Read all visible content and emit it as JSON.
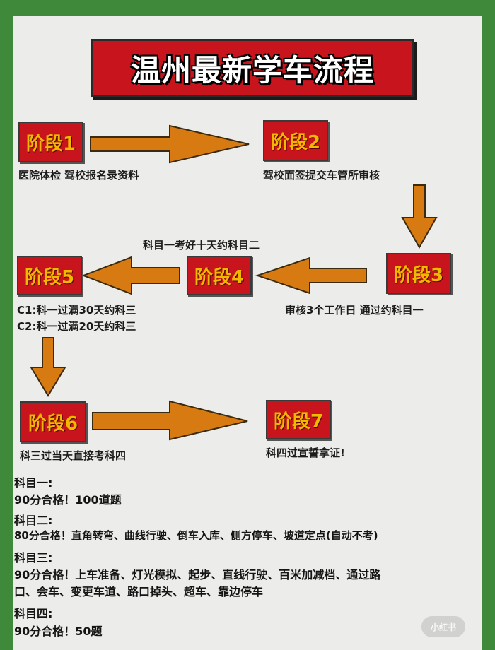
{
  "title": "温州最新学车流程",
  "stages": {
    "s1": "阶段1",
    "s2": "阶段2",
    "s3": "阶段3",
    "s4": "阶段4",
    "s5": "阶段5",
    "s6": "阶段6",
    "s7": "阶段7"
  },
  "captions": {
    "s1": "医院体检 驾校报名录资料",
    "s2": "驾校面签提交车管所审核",
    "s3": "审核3个工作日 通过约科目一",
    "s4_top": "科目一考好十天约科目二",
    "s5_line1": "C1:科一过满30天约科三",
    "s5_line2": "C2:科一过满20天约科三",
    "s6": "科三过当天直接考科四",
    "s7": "科四过宣誓拿证!"
  },
  "subjects": [
    {
      "heading": "科目一:",
      "lines": [
        "90分合格！100道题"
      ]
    },
    {
      "heading": "科目二:",
      "lines": [
        "80分合格！直角转弯、曲线行驶、倒车入库、侧方停车、坡道定点(自动不考)"
      ]
    },
    {
      "heading": "科目三:",
      "lines": [
        "90分合格！上车准备、灯光模拟、起步、直线行驶、百米加减档、通过路",
        "口、会车、变更车道、路口掉头、超车、靠边停车"
      ]
    },
    {
      "heading": "科目四:",
      "lines": [
        "90分合格！50题"
      ]
    }
  ],
  "watermark": "小红书",
  "colors": {
    "stage_bg": "#c8141c",
    "stage_text": "#f0b800",
    "arrow": "#d77a12",
    "frame_outer": "#3f8a3a"
  }
}
